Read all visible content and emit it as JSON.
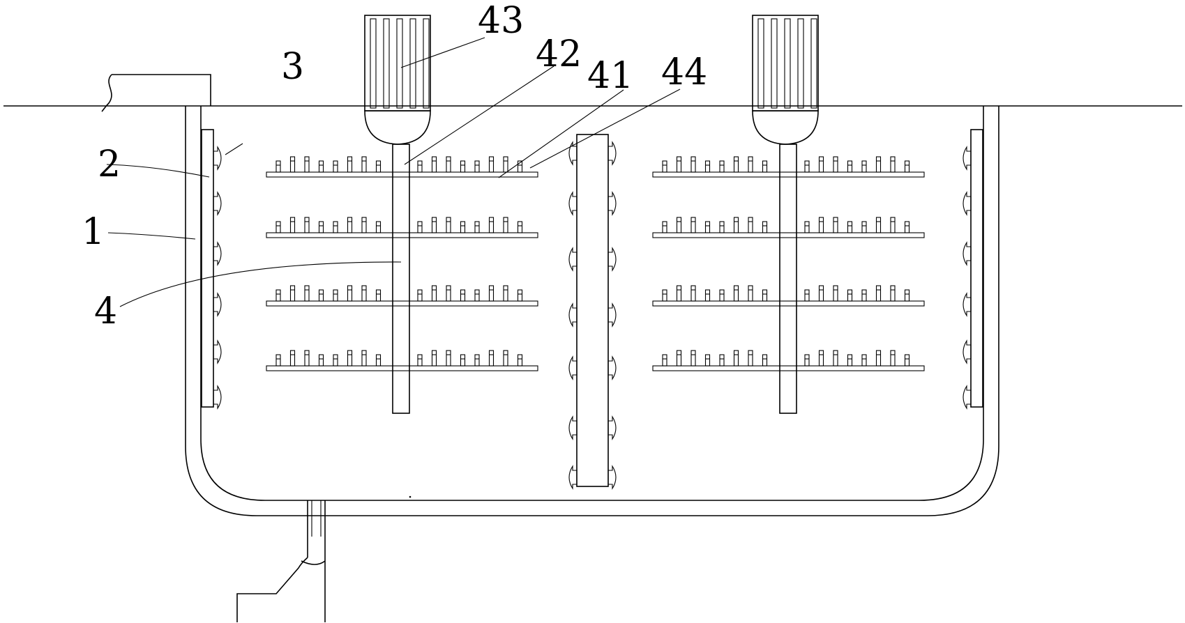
{
  "labels": {
    "l1": "1",
    "l2": "2",
    "l3": "3",
    "l4": "4",
    "l41": "41",
    "l42": "42",
    "l43": "43",
    "l44": "44"
  }
}
